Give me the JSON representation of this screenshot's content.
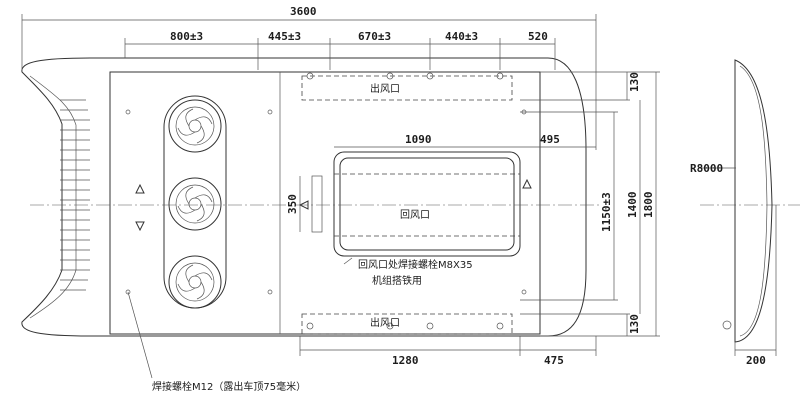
{
  "dimensions": {
    "overall_length": "3600",
    "d800": "800±3",
    "d445": "445±3",
    "d670": "670±3",
    "d440": "440±3",
    "d520": "520",
    "d1090": "1090",
    "d495": "495",
    "d350": "350",
    "d1280": "1280",
    "d475": "475",
    "d130_top": "130",
    "d130_bottom": "130",
    "d1150": "1150±3",
    "d1400": "1400",
    "d1800": "1800",
    "radius": "R8000",
    "height": "200"
  },
  "labels": {
    "outlet_top": "出风口",
    "outlet_bottom": "出风口",
    "return_air": "回风口",
    "return_bolt_note_1": "回风口处焊接螺栓M8X35",
    "return_bolt_note_2": "机组搭铁用",
    "weld_bolt_note": "焊接螺栓M12（露出车顶75毫米）"
  }
}
